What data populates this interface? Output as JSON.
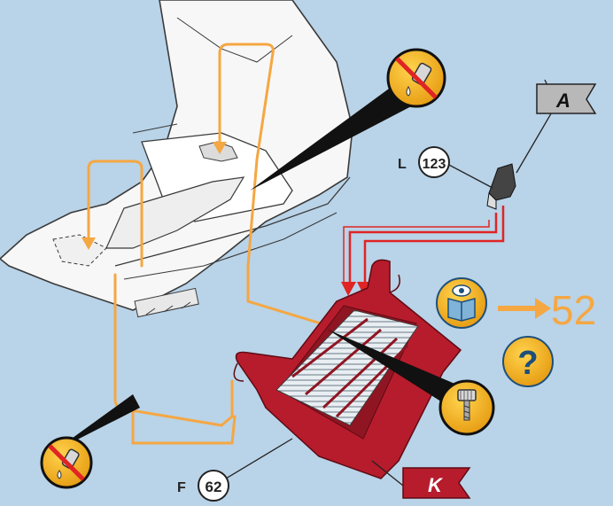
{
  "callouts": {
    "lamp_part": {
      "prefix": "L",
      "number": "123"
    },
    "filter_part": {
      "prefix": "F",
      "number": "62"
    }
  },
  "flags": {
    "top": "A",
    "bottom": "K"
  },
  "page_reference": "52",
  "help_symbol": "?",
  "colors": {
    "background": "#b9d3e8",
    "guide_line": "#f5a742",
    "insert_arrow": "#e02424",
    "part_red": "#b71c2c",
    "badge_yellow": "#f5b323",
    "badge_dark": "#1a1a1a"
  },
  "icons": [
    "no-oil-drop-icon",
    "screw-tool-icon",
    "book-eye-icon",
    "question-icon",
    "arrow-right-icon"
  ]
}
